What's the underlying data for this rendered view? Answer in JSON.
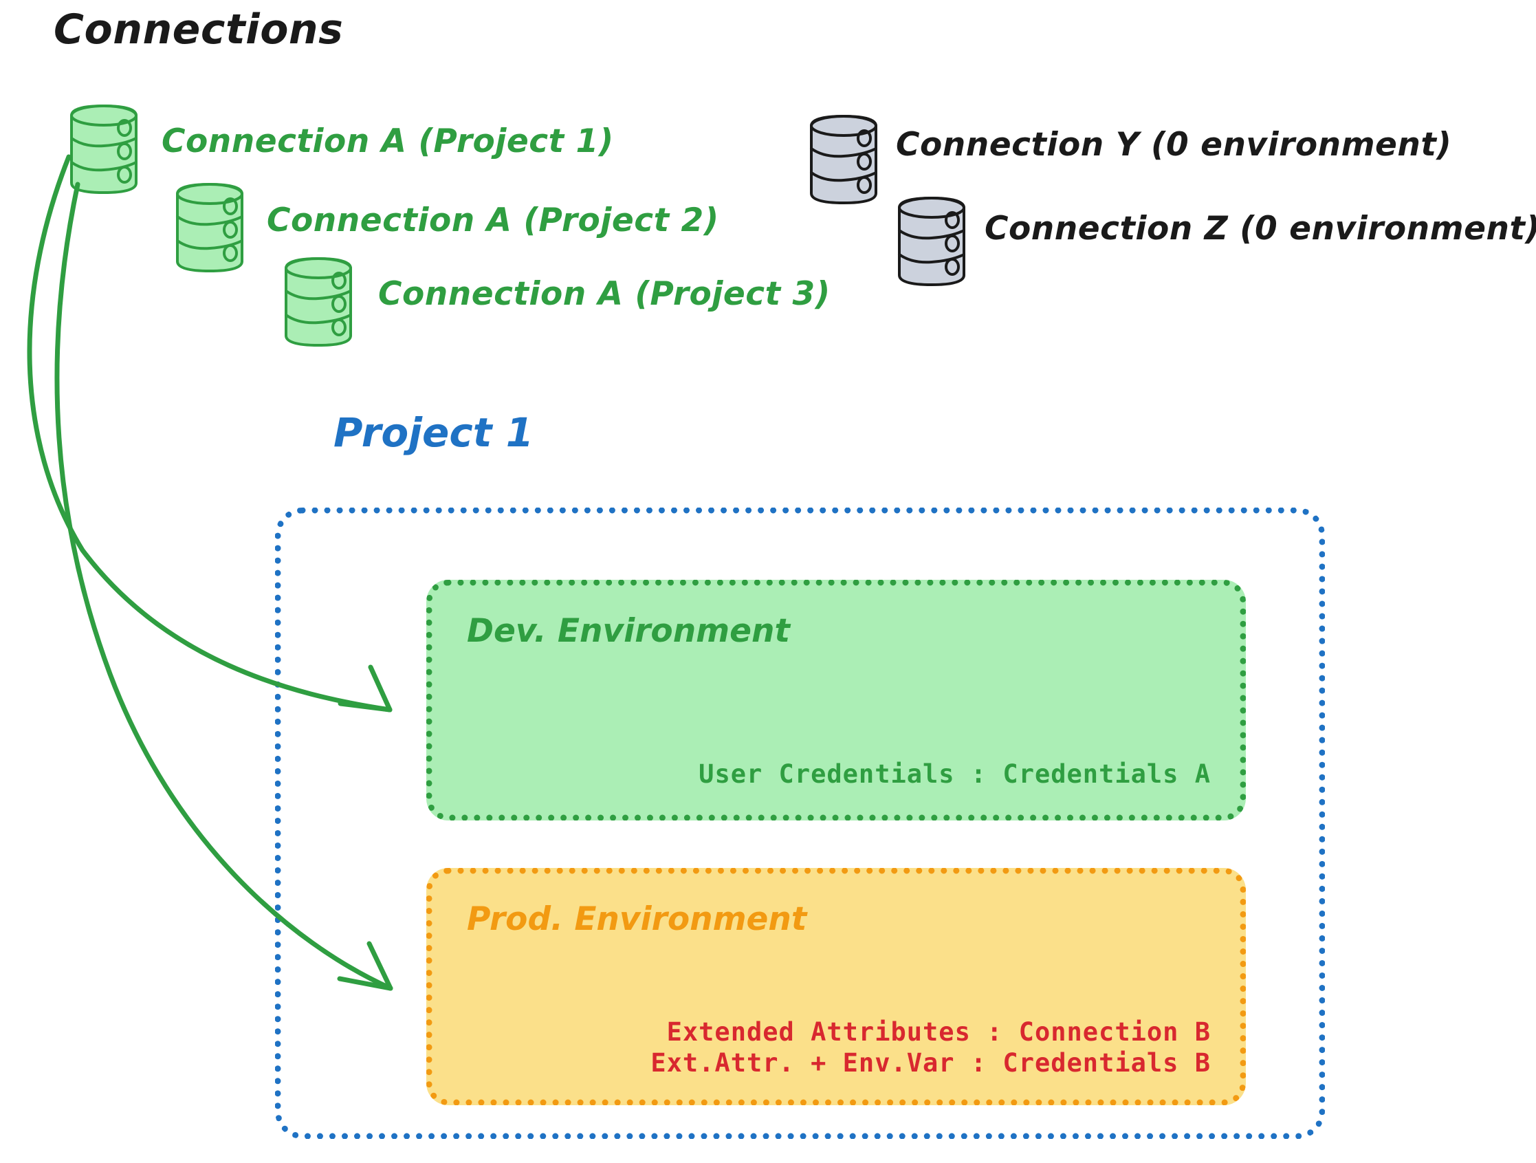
{
  "title": "Connections",
  "connections": [
    {
      "id": "a1",
      "label": "Connection A (Project 1)",
      "color": "#2f9e41",
      "fill": "#abeeb5",
      "stroke": "#2f9e41",
      "style": "green"
    },
    {
      "id": "a2",
      "label": "Connection A (Project 2)",
      "color": "#2f9e41",
      "fill": "#abeeb5",
      "stroke": "#2f9e41",
      "style": "green"
    },
    {
      "id": "a3",
      "label": "Connection A (Project 3)",
      "color": "#2f9e41",
      "fill": "#abeeb5",
      "stroke": "#2f9e41",
      "style": "green"
    },
    {
      "id": "y",
      "label": "Connection Y (0 environment)",
      "color": "#1a1a1a",
      "fill": "#ccd2dd",
      "stroke": "#1a1a1a",
      "style": "grey"
    },
    {
      "id": "z",
      "label": "Connection Z (0 environment)",
      "color": "#1a1a1a",
      "fill": "#ccd2dd",
      "stroke": "#1a1a1a",
      "style": "grey"
    }
  ],
  "project": {
    "title": "Project 1",
    "color": "#1f72c4"
  },
  "environments": [
    {
      "id": "dev",
      "title": "Dev. Environment",
      "title_color": "#2f9e41",
      "fill": "#abeeb5",
      "border": "#2f9e41",
      "text_color": "#2f9e41",
      "lines": [
        "User Credentials : Credentials A"
      ]
    },
    {
      "id": "prod",
      "title": "Prod. Environment",
      "title_color": "#f29a12",
      "fill": "#fbe08a",
      "border": "#f29a12",
      "text_color": "#d8282f",
      "lines": [
        "Extended Attributes : Connection B",
        "Ext.Attr. + Env.Var : Credentials B"
      ]
    }
  ],
  "arrows": {
    "color": "#2f9e41",
    "from": "Connection A (Project 1)",
    "targets": [
      "Dev. Environment",
      "Prod. Environment"
    ]
  }
}
